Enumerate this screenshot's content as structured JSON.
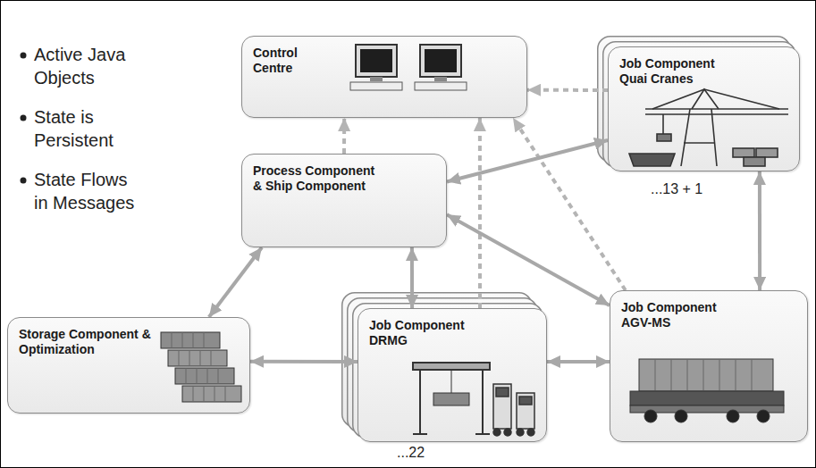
{
  "diagram": {
    "nodes": [
      {
        "text": [
          "Control Centre"
        ]
      },
      {
        "text": [
          "Job Component Quai Cranes"
        ]
      },
      {
        "text": [
          "Process Component & Ship Component"
        ]
      },
      {
        "text": [
          "Storage Component & Optimization"
        ]
      },
      {
        "text": [
          "Job Component DRMG"
        ]
      },
      {
        "text": [
          "Job Component AGV-MS"
        ]
      }
    ],
    "edges": [
      {
        "from": 1,
        "to": 0,
        "arrow": "to"
      },
      {
        "from": 2,
        "to": 0,
        "arrow": "to"
      },
      {
        "from": 4,
        "to": 0,
        "arrow": "to"
      },
      {
        "from": 5,
        "to": 0,
        "arrow": "to"
      },
      {
        "from": 2,
        "to": 1,
        "arrow": "both"
      },
      {
        "from": 2,
        "to": 5,
        "arrow": "both"
      },
      {
        "from": 2,
        "to": 4,
        "arrow": "both"
      },
      {
        "from": 3,
        "to": 2,
        "arrow": "both"
      },
      {
        "from": 3,
        "to": 4,
        "arrow": "both"
      },
      {
        "from": 4,
        "to": 5,
        "arrow": "both"
      },
      {
        "from": 1,
        "to": 5,
        "arrow": "both"
      }
    ],
    "labels": [
      "Active Java Objects",
      "State is Persistent",
      "State Flows in Messages",
      "...13 + 1",
      "...22"
    ]
  }
}
